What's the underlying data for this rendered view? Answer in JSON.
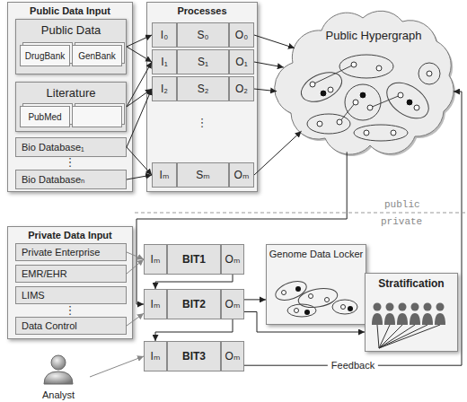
{
  "diagram": {
    "nodes": [
      {
        "text": [
          "Public Data Input"
        ]
      },
      {
        "text": [
          "Public Data"
        ],
        "in": 0
      },
      {
        "text": [
          "DrugBank"
        ],
        "in": 1
      },
      {
        "text": [
          "GenBank"
        ],
        "in": 1
      },
      {
        "text": [
          "Literature"
        ],
        "in": 0
      },
      {
        "text": [
          "PubMed"
        ],
        "in": 4
      },
      {
        "text": [
          "Bio Database₁"
        ],
        "in": 0
      },
      {
        "text": [
          "Bio Databaseₙ"
        ],
        "in": 0
      },
      {
        "text": [
          "Processes"
        ]
      },
      {
        "text": [
          "I₀"
        ],
        "in": 8
      },
      {
        "text": [
          "S₀"
        ],
        "in": 8
      },
      {
        "text": [
          "O₀"
        ],
        "in": 8
      },
      {
        "text": [
          "I₁"
        ],
        "in": 8
      },
      {
        "text": [
          "S₁"
        ],
        "in": 8
      },
      {
        "text": [
          "O₁"
        ],
        "in": 8
      },
      {
        "text": [
          "I₂"
        ],
        "in": 8
      },
      {
        "text": [
          "S₂"
        ],
        "in": 8
      },
      {
        "text": [
          "O₂"
        ],
        "in": 8
      },
      {
        "text": [
          "Iₘ"
        ],
        "in": 8
      },
      {
        "text": [
          "Sₘ"
        ],
        "in": 8
      },
      {
        "text": [
          "Oₘ"
        ],
        "in": 8
      },
      {
        "text": [
          "Public Hypergraph"
        ]
      },
      {
        "text": [
          "Private Data Input"
        ]
      },
      {
        "text": [
          "Private Enterprise"
        ],
        "in": 22
      },
      {
        "text": [
          "EMR/EHR"
        ],
        "in": 22
      },
      {
        "text": [
          "LIMS"
        ],
        "in": 22
      },
      {
        "text": [
          "Data Control"
        ],
        "in": 22
      },
      {
        "text": [
          "Iₘ"
        ]
      },
      {
        "text": [
          "BIT1"
        ]
      },
      {
        "text": [
          "Oₘ"
        ]
      },
      {
        "text": [
          "Iₘ"
        ]
      },
      {
        "text": [
          "BIT2"
        ]
      },
      {
        "text": [
          "Oₘ"
        ]
      },
      {
        "text": [
          "Genome Data Locker"
        ]
      },
      {
        "text": [
          "Stratification"
        ]
      },
      {
        "text": [
          "Iₘ"
        ]
      },
      {
        "text": [
          "BIT3"
        ]
      },
      {
        "text": [
          "Oₘ"
        ]
      },
      {
        "text": [
          "Analyst"
        ]
      }
    ],
    "edges": [
      {
        "from": 1,
        "to": 9,
        "arrow": "to"
      },
      {
        "from": 1,
        "to": 12,
        "arrow": "to"
      },
      {
        "from": 4,
        "to": 12,
        "arrow": "to"
      },
      {
        "from": 4,
        "to": 15,
        "arrow": "to"
      },
      {
        "from": 6,
        "to": 15,
        "arrow": "to"
      },
      {
        "from": 6,
        "to": 18,
        "arrow": "to"
      },
      {
        "from": 7,
        "to": 18,
        "arrow": "to"
      },
      {
        "from": 11,
        "to": 21,
        "arrow": "to"
      },
      {
        "from": 14,
        "to": 21,
        "arrow": "to"
      },
      {
        "from": 17,
        "to": 21,
        "arrow": "to"
      },
      {
        "from": 20,
        "to": 21,
        "arrow": "to"
      },
      {
        "from": 21,
        "to": 30,
        "arrow": "to"
      },
      {
        "from": 23,
        "to": 27,
        "arrow": "to"
      },
      {
        "from": 24,
        "to": 27,
        "arrow": "to"
      },
      {
        "from": 26,
        "to": 30,
        "arrow": "to"
      },
      {
        "from": 29,
        "to": 30,
        "arrow": "to"
      },
      {
        "from": 32,
        "to": 33,
        "arrow": "to"
      },
      {
        "from": 32,
        "to": 34,
        "arrow": "to"
      },
      {
        "from": 32,
        "to": 35,
        "arrow": "to"
      },
      {
        "from": 38,
        "to": 35,
        "arrow": "to"
      },
      {
        "from": 37,
        "to": 21,
        "arrow": "to",
        "label": "Feedback"
      }
    ],
    "labels": [
      "⋮",
      "⋮",
      "⋮",
      "public",
      "private"
    ]
  }
}
